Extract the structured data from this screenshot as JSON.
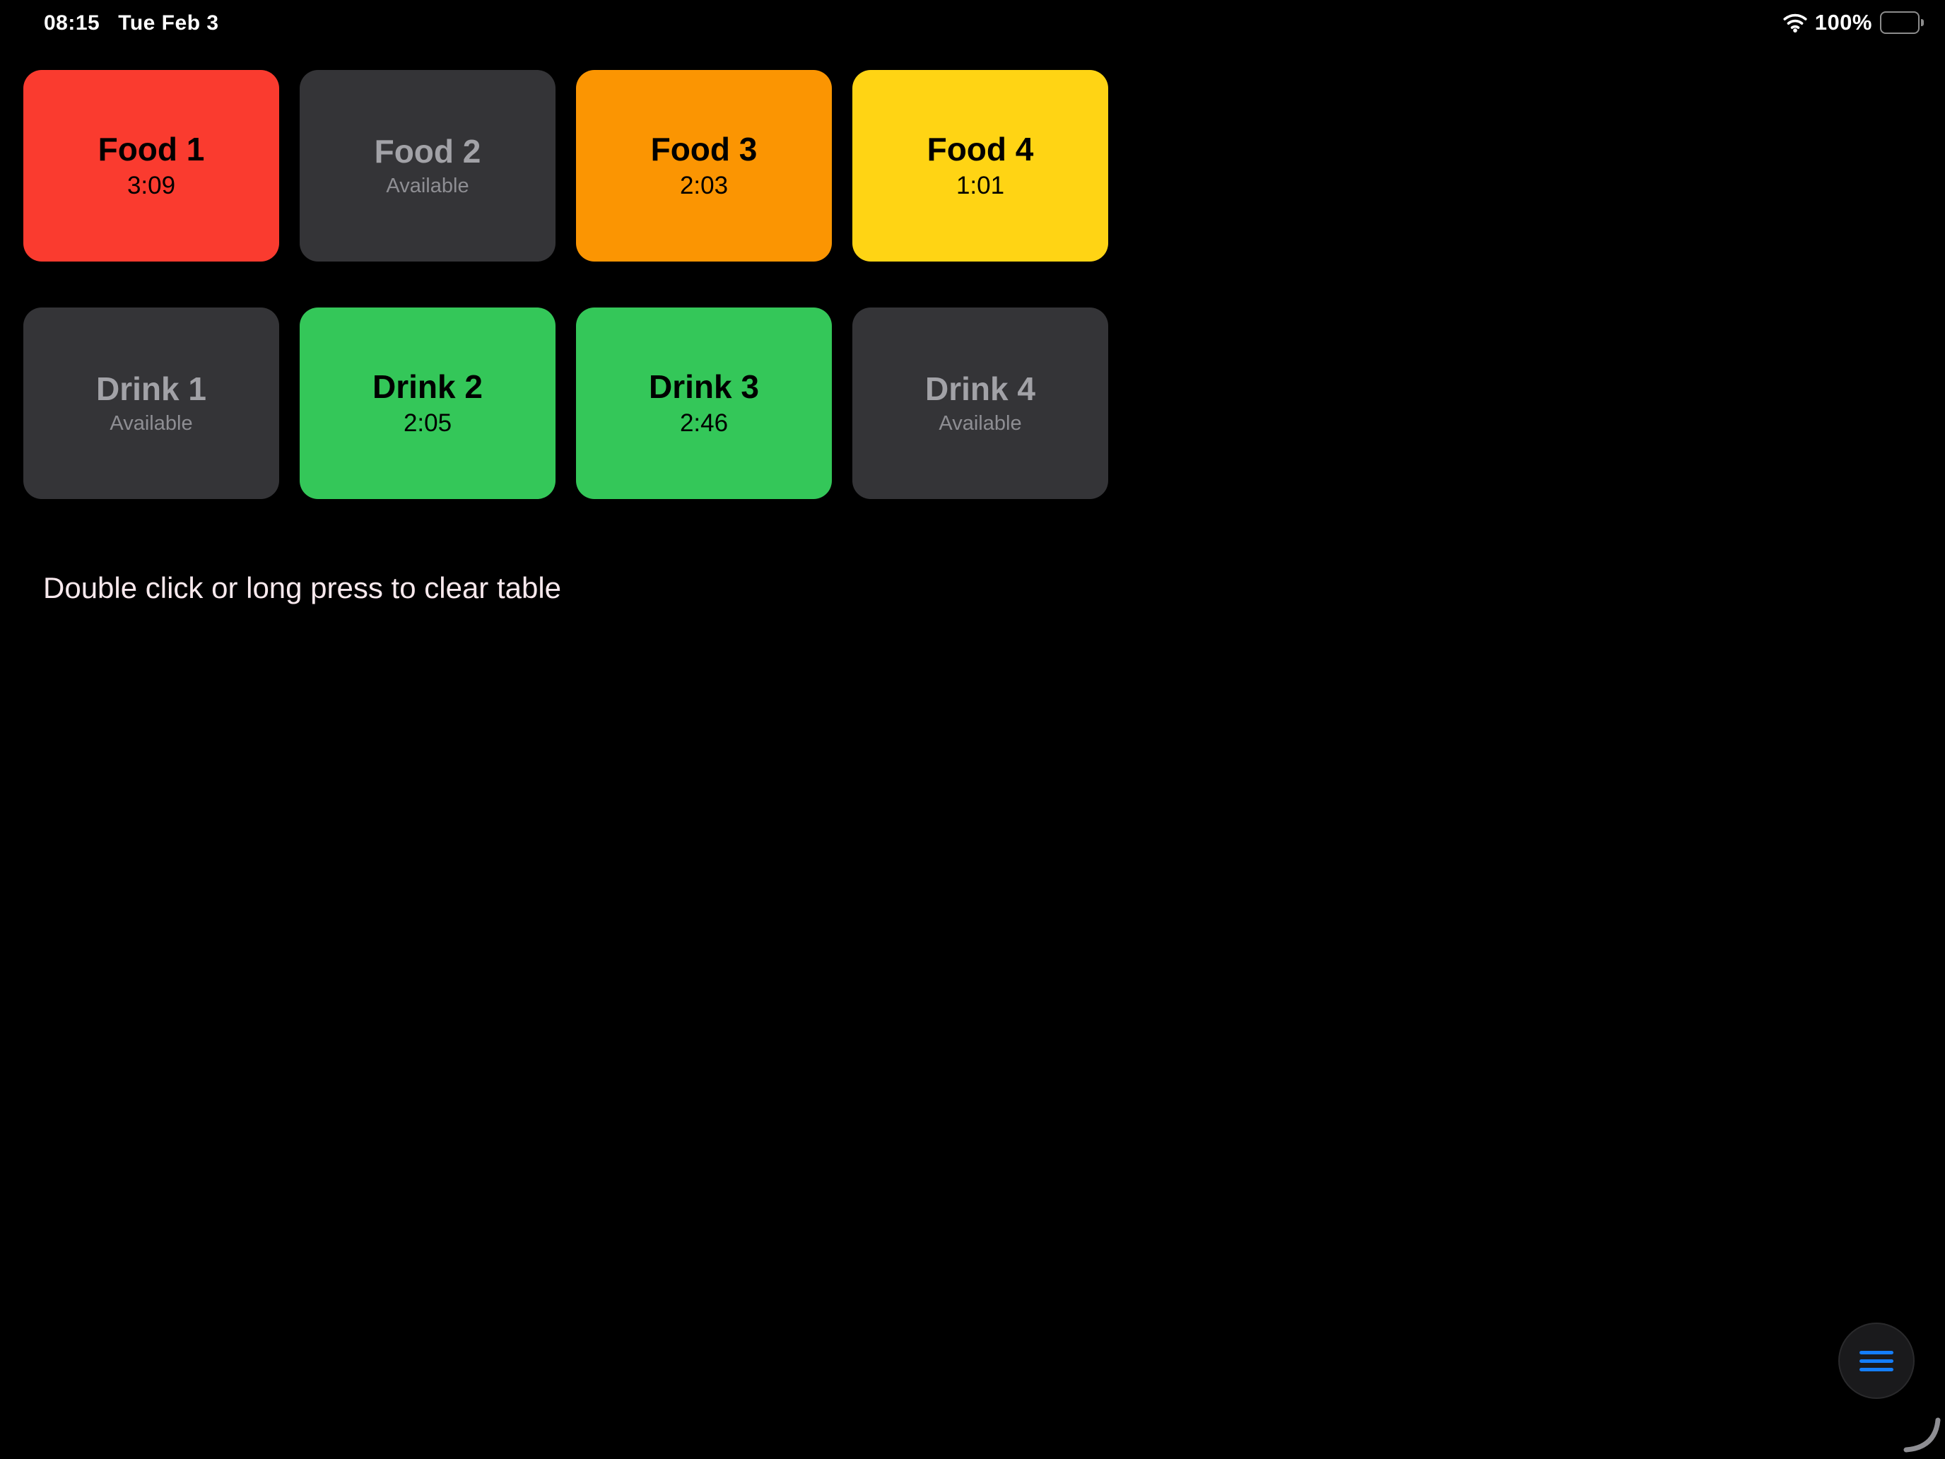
{
  "status_bar": {
    "time": "08:15",
    "date": "Tue Feb 3",
    "wifi_icon": "wifi",
    "battery_percent": "100%",
    "battery_level": "full"
  },
  "tables": [
    {
      "label": "Food 1",
      "value": "3:09",
      "state": "occupied",
      "bg": "#fa3b2f",
      "label_color": "#000000",
      "value_color": "#000000"
    },
    {
      "label": "Food 2",
      "value": "Available",
      "state": "available",
      "bg": "#343437",
      "label_color": "#a2a2a7",
      "value_color": "#8e8e93"
    },
    {
      "label": "Food 3",
      "value": "2:03",
      "state": "occupied",
      "bg": "#fb9502",
      "label_color": "#000000",
      "value_color": "#000000"
    },
    {
      "label": "Food 4",
      "value": "1:01",
      "state": "occupied",
      "bg": "#ffd414",
      "label_color": "#000000",
      "value_color": "#000000"
    },
    {
      "label": "Drink 1",
      "value": "Available",
      "state": "available",
      "bg": "#343437",
      "label_color": "#a2a2a7",
      "value_color": "#8e8e93"
    },
    {
      "label": "Drink 2",
      "value": "2:05",
      "state": "occupied",
      "bg": "#34c759",
      "label_color": "#000000",
      "value_color": "#000000"
    },
    {
      "label": "Drink 3",
      "value": "2:46",
      "state": "occupied",
      "bg": "#34c759",
      "label_color": "#000000",
      "value_color": "#000000"
    },
    {
      "label": "Drink 4",
      "value": "Available",
      "state": "available",
      "bg": "#343437",
      "label_color": "#a2a2a7",
      "value_color": "#8e8e93"
    }
  ],
  "instruction": {
    "text": "Double click or long press to clear table",
    "color": "#f8e9ed"
  },
  "fab": {
    "icon": "menu",
    "icon_color": "#147efb",
    "bg": "#1a1a1c"
  },
  "gesture_trail": {
    "color": "#8e8e93"
  }
}
